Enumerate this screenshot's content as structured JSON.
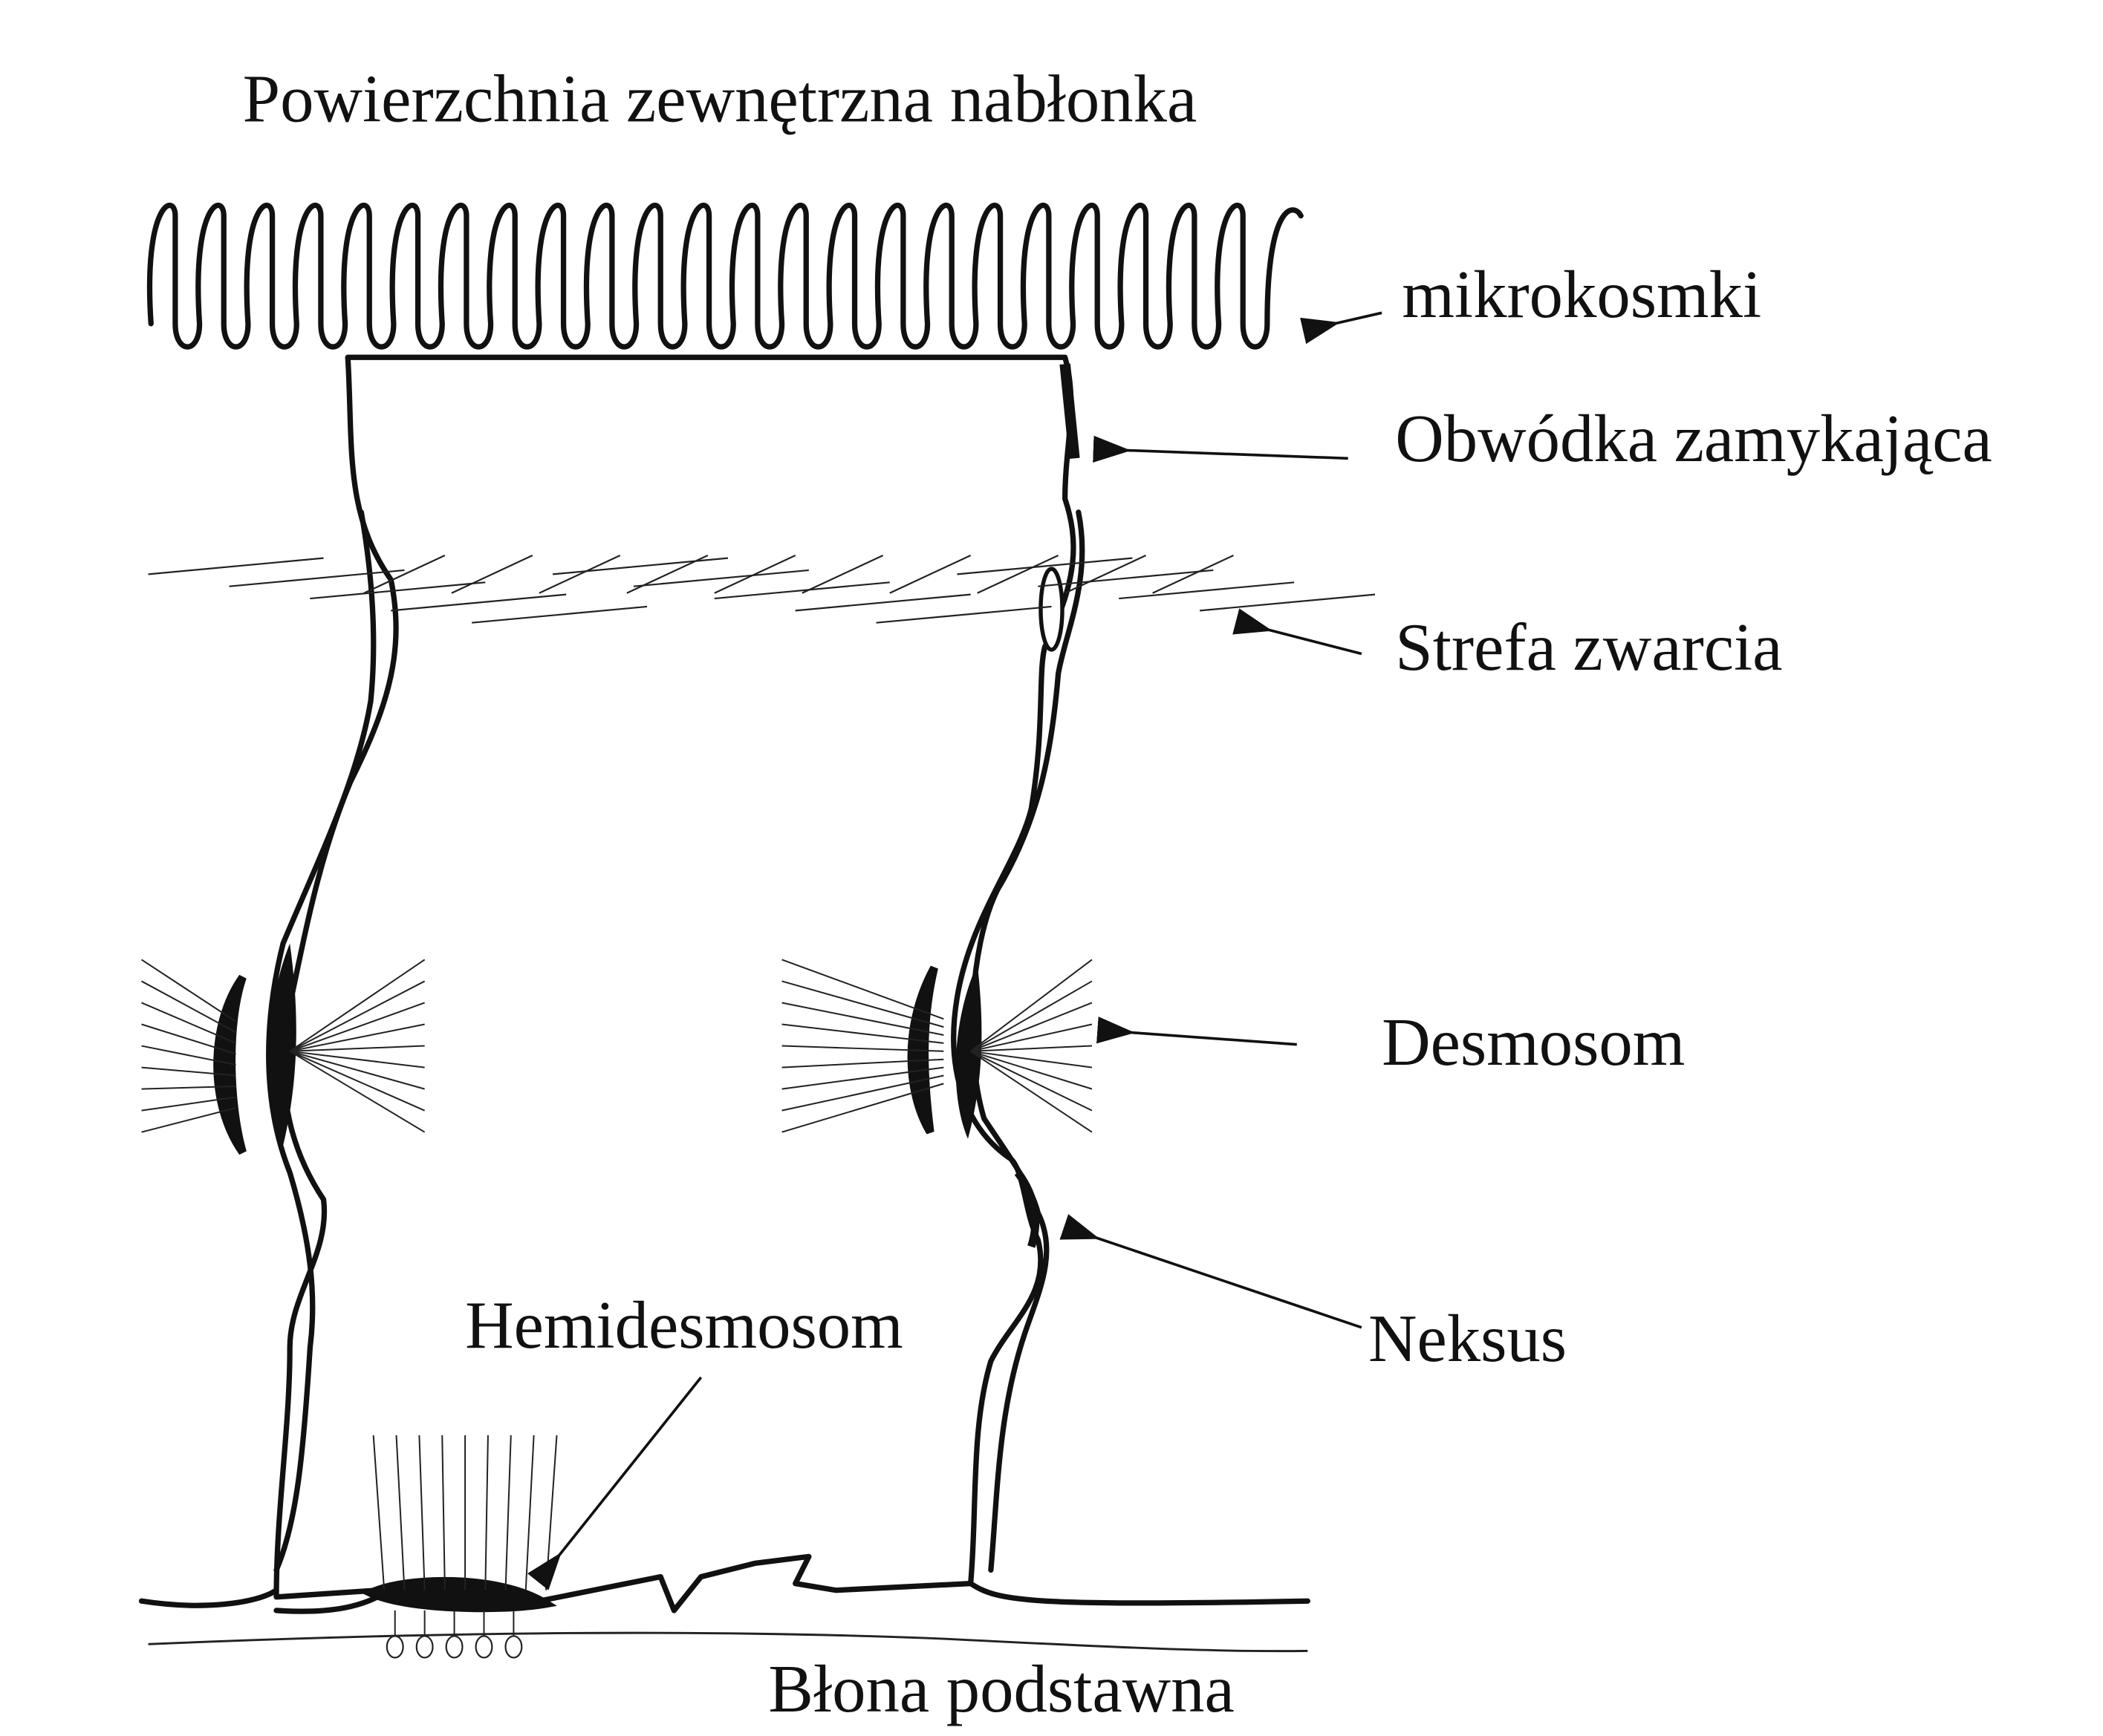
{
  "title": "Powierzchnia zewnętrzna nabłonka",
  "labels": {
    "microvilli": "mikrokosmki",
    "zonula_occludens": "Obwódka zamykająca",
    "zonula_adherens": "Strefa zwarcia",
    "desmosome": "Desmosom",
    "nexus": "Neksus",
    "hemidesmosome": "Hemidesmosom",
    "basement_membrane": "Błona podstawna"
  },
  "colors": {
    "ink": "#111111",
    "background": "#ffffff"
  }
}
